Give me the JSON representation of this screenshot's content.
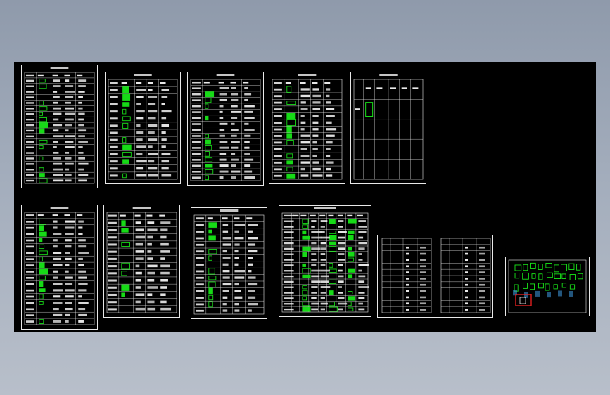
{
  "app": {
    "background_top": "#8f9aab",
    "background_bottom": "#b8bfca",
    "canvas_color": "#000000",
    "line_color": "#e8e8e8",
    "part_color": "#19e619",
    "highlight_color": "#e02020"
  },
  "sheets": [
    {
      "id": "sheet-1",
      "title": "",
      "rows": 20,
      "cols": 5,
      "style": "parts"
    },
    {
      "id": "sheet-2",
      "title": "",
      "rows": 14,
      "cols": 5,
      "style": "parts"
    },
    {
      "id": "sheet-3",
      "title": "",
      "rows": 17,
      "cols": 5,
      "style": "parts"
    },
    {
      "id": "sheet-4",
      "title": "",
      "rows": 15,
      "cols": 5,
      "style": "parts"
    },
    {
      "id": "sheet-5",
      "title": "",
      "rows": 5,
      "cols": 6,
      "style": "sparse"
    },
    {
      "id": "sheet-6",
      "title": "",
      "rows": 18,
      "cols": 5,
      "style": "parts"
    },
    {
      "id": "sheet-7",
      "title": "",
      "rows": 14,
      "cols": 5,
      "style": "parts"
    },
    {
      "id": "sheet-8",
      "title": "",
      "rows": 15,
      "cols": 5,
      "style": "parts"
    },
    {
      "id": "sheet-9",
      "title": "",
      "rows": 18,
      "cols": 9,
      "style": "dense"
    },
    {
      "id": "sheet-10",
      "title": "",
      "rows": 12,
      "cols": 4,
      "style": "double"
    },
    {
      "id": "sheet-11",
      "title": "",
      "rows": 0,
      "cols": 0,
      "style": "assembly"
    }
  ]
}
